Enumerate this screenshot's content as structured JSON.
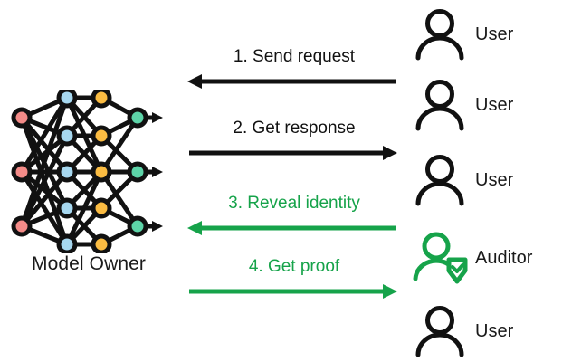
{
  "figure": {
    "type": "protocol-sequence-diagram",
    "background": "#ffffff"
  },
  "model_owner": {
    "label": "Model Owner",
    "icon_name": "neural-network-icon",
    "network": {
      "layers": [
        {
          "name": "input-layer",
          "count": 3,
          "color": "#f48b88"
        },
        {
          "name": "hidden-layer-1",
          "count": 5,
          "color": "#a7d8f0"
        },
        {
          "name": "hidden-layer-2",
          "count": 5,
          "color": "#fbbc42"
        },
        {
          "name": "output-layer",
          "count": 3,
          "color": "#5dd4a8"
        }
      ],
      "node_stroke": "#111111",
      "edge_color": "#111111",
      "output_arrows": 3
    }
  },
  "messages": [
    {
      "id": "msg-1",
      "label": "1. Send request",
      "direction": "left",
      "color": "#111111",
      "color_name": "black"
    },
    {
      "id": "msg-2",
      "label": "2. Get response",
      "direction": "right",
      "color": "#111111",
      "color_name": "black"
    },
    {
      "id": "msg-3",
      "label": "3. Reveal identity",
      "direction": "left",
      "color": "#16a34a",
      "color_name": "green"
    },
    {
      "id": "msg-4",
      "label": "4. Get proof",
      "direction": "right",
      "color": "#16a34a",
      "color_name": "green"
    }
  ],
  "actors": [
    {
      "id": "actor-1",
      "label": "User",
      "icon_name": "user-icon",
      "color": "#111111"
    },
    {
      "id": "actor-2",
      "label": "User",
      "icon_name": "user-icon",
      "color": "#111111"
    },
    {
      "id": "actor-3",
      "label": "User",
      "icon_name": "user-icon",
      "color": "#111111"
    },
    {
      "id": "actor-4",
      "label": "Auditor",
      "icon_name": "auditor-icon",
      "color": "#16a34a"
    },
    {
      "id": "actor-5",
      "label": "User",
      "icon_name": "user-icon",
      "color": "#111111"
    }
  ],
  "colors": {
    "black": "#111111",
    "green": "#16a34a",
    "node_red": "#f48b88",
    "node_blue": "#a7d8f0",
    "node_orange": "#fbbc42",
    "node_green": "#5dd4a8"
  }
}
